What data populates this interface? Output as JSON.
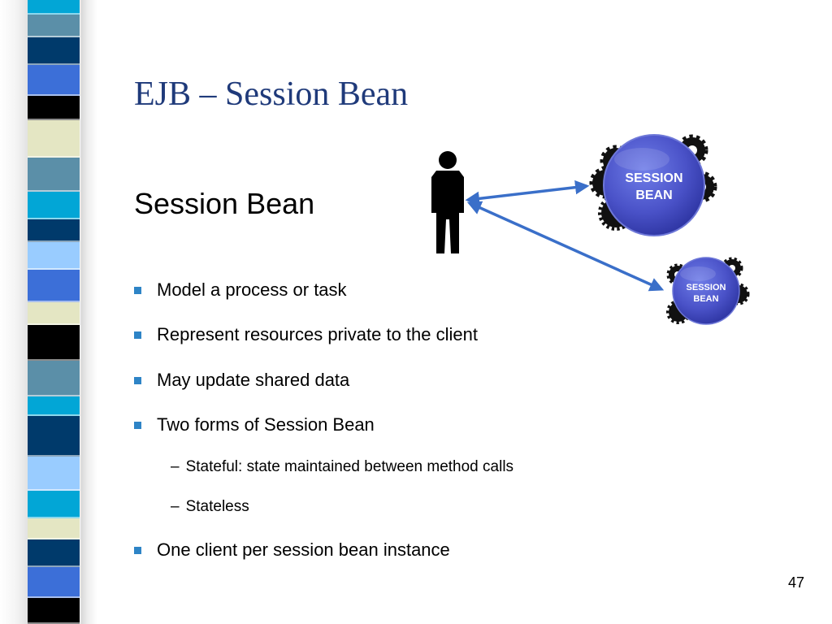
{
  "slide": {
    "title": "EJB – Session Bean",
    "subtitle": "Session Bean",
    "bullets": [
      "Model a process or task",
      "Represent resources private to the client",
      "May update shared data",
      "Two forms of Session Bean"
    ],
    "sub_bullets": [
      "Stateful: state maintained between method calls",
      "Stateless"
    ],
    "last_bullet": "One client per session bean instance",
    "page_number": "47"
  },
  "diagram": {
    "large_bean": {
      "line1": "SESSION",
      "line2": "BEAN"
    },
    "small_bean": {
      "line1": "SESSION",
      "line2": "BEAN"
    },
    "client_icon": "person-silhouette-icon",
    "bean_icon": "gear-sphere-icon"
  },
  "theme": {
    "title_color": "#1f3a7a",
    "bullet_color": "#2e84c6",
    "arrow_color": "#3a6fc9",
    "sphere_color": "#4a52c8",
    "stripe_colors": [
      "#5b8fa8",
      "#003a6b",
      "#3c6fd8",
      "#e4e6c3",
      "#02a6d6",
      "#99ccff",
      "#000000"
    ]
  }
}
